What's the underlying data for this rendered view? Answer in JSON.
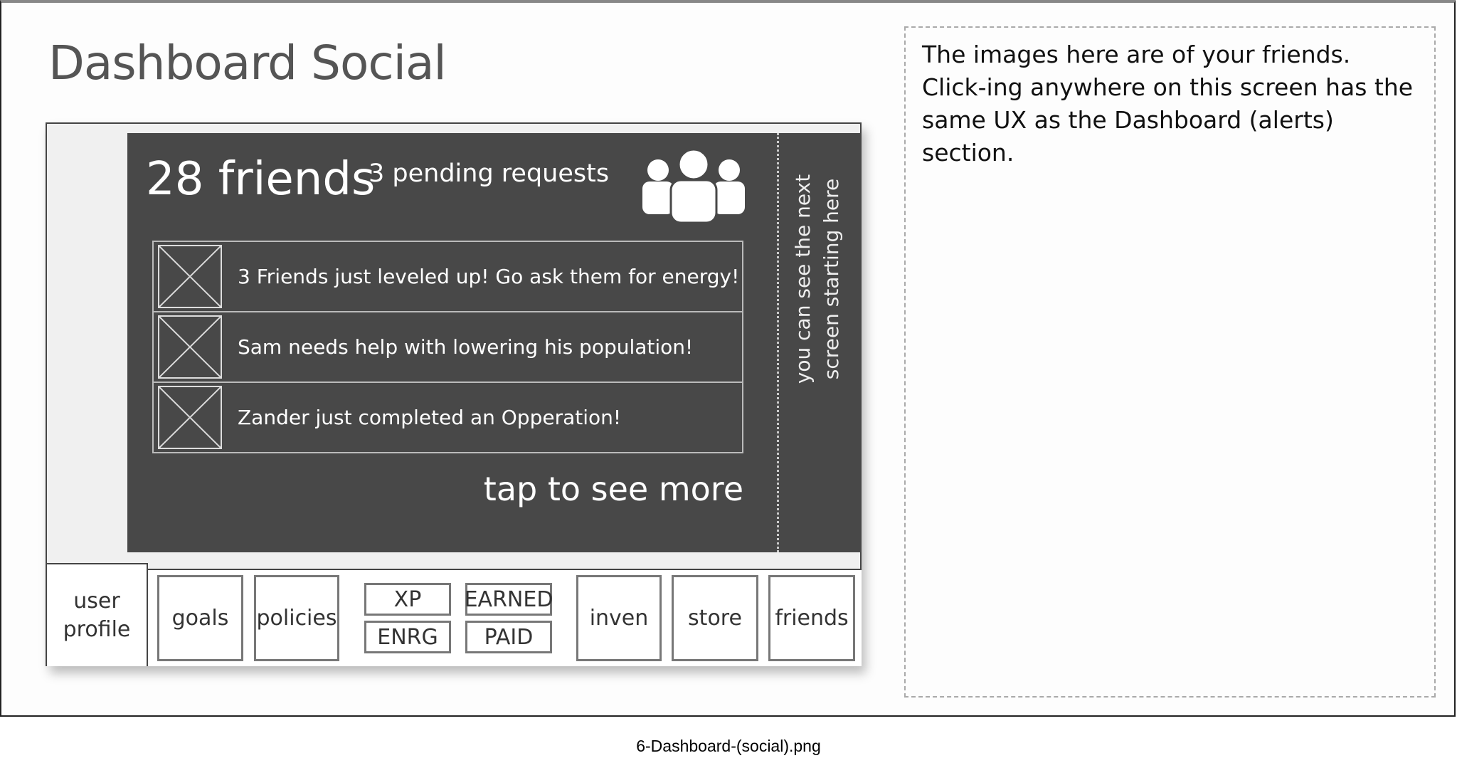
{
  "title": "Dashboard Social",
  "panel": {
    "friends_count": "28 friends",
    "pending": "3 pending requests",
    "icon": "friends-group-icon",
    "next_screen_hint": [
      "you can see the next",
      "screen starting  here"
    ],
    "feed": [
      {
        "text": "3 Friends just leveled up!  Go ask them for energy!"
      },
      {
        "text": "Sam needs help with lowering his population!"
      },
      {
        "text": "Zander just completed an Opperation!"
      }
    ],
    "more": "tap to see more"
  },
  "nav": {
    "user_profile": [
      "user",
      "profile"
    ],
    "goals": "goals",
    "policies": "policies",
    "xp": "XP",
    "enrg": "ENRG",
    "earned": "EARNED",
    "paid": "PAID",
    "inven": "inven",
    "store": "store",
    "friends": "friends"
  },
  "note": "The images here are of your friends.  Click-ing anywhere on this screen has the same UX as the Dashboard (alerts) section.",
  "caption": "6-Dashboard-(social).png"
}
